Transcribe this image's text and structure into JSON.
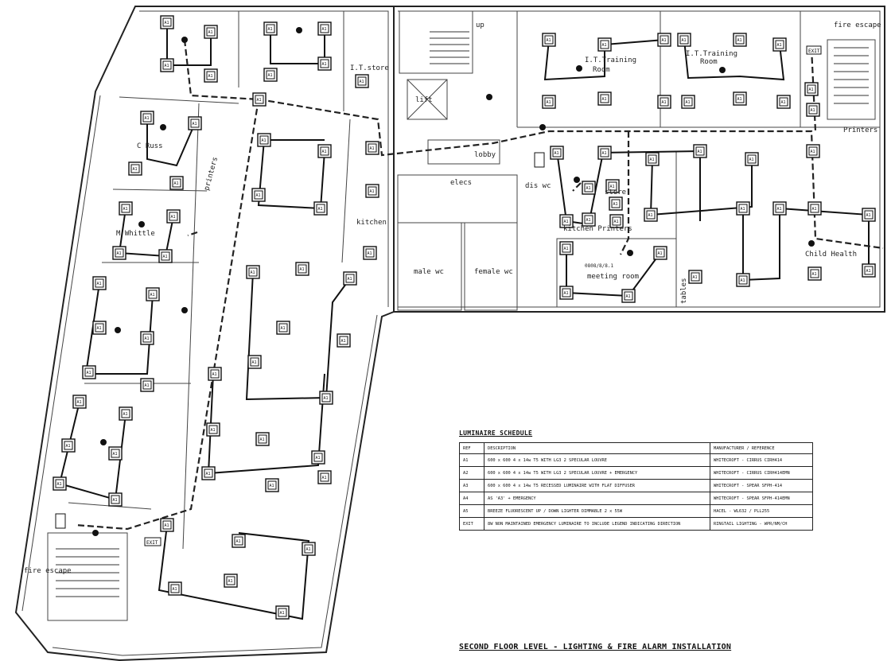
{
  "drawing_title": "SECOND FLOOR LEVEL - LIGHTING & FIRE ALARM INSTALLATION",
  "room_labels": {
    "it_store": "I.T.store",
    "it_training_1": "I.T.Training",
    "it_training_1b": "Room",
    "it_training_2": "I.T.Training",
    "it_training_2b": "Room",
    "fire_escape_top": "fire escape",
    "fire_escape_bottom": "fire escape",
    "up": "up",
    "lift": "lift",
    "lobby": "lobby",
    "elecs": "elecs",
    "dis_wc": "dis wc",
    "store": "store",
    "kitchen_printer": "kitchen Printers",
    "kitchen": "kitchen",
    "male_wc": "male wc",
    "female_wc": "female wc",
    "meeting_room": "meeting room",
    "meeting_ref": "0808/8/8.1",
    "c_russ": "C Russ",
    "m_whittle": "M Whittle",
    "printers_left": "printers",
    "printers_right": "Printers",
    "child_health": "Child Health",
    "tables": "tables",
    "exit": "EXIT"
  },
  "luminaire_code": "A1",
  "schedule": {
    "title": "LUMINAIRE SCHEDULE",
    "headers": [
      "REF",
      "DESCRIPTION",
      "MANUFACTURER / REFERENCE"
    ],
    "rows": [
      [
        "A1",
        "600 x 600 4 x 14w T5 WITH LG3 2 SPECULAR LOUVRE",
        "WHITECROFT - CIRRUS CIRH414"
      ],
      [
        "A2",
        "600 x 600 4 x 14w T5 WITH LG3 2 SPECULAR LOUVRE + EMERGENCY",
        "WHITECROFT - CIRRUS CIRH414EMN"
      ],
      [
        "A3",
        "600 x 600 4 x 14w T5 RECESSED LUMINAIRE WITH FLAT DIFFUSER",
        "WHITECROFT - SPEAR SFPH-414"
      ],
      [
        "A4",
        "AS 'A3' + EMERGENCY",
        "WHITECROFT - SPEAR SFPH-414EMN"
      ],
      [
        "A5",
        "BREEZE FLUORESCENT UP / DOWN LIGHTER DIMMABLE 2 x 55W",
        "HACEL - WL632 / PLL255"
      ],
      [
        "EXIT",
        "8W NON MAINTAINED EMERGENCY LUMINAIRE TO INCLUDE LEGEND INDICATING DIRECTION",
        "RINGTAIL LIGHTING - WPR/NM/CH"
      ]
    ]
  }
}
